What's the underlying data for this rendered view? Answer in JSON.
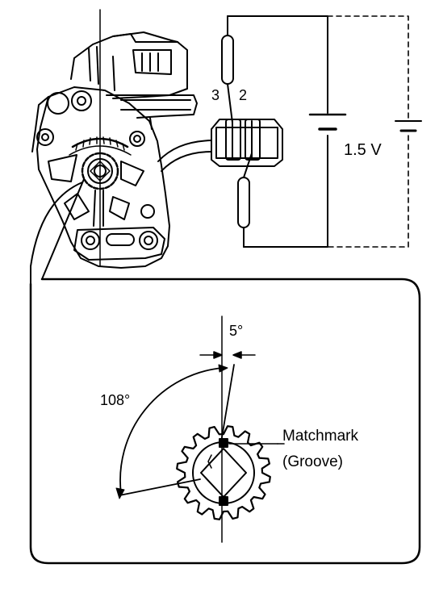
{
  "diagram": {
    "terminal_left": "3",
    "terminal_right": "2",
    "voltage": "1.5 V",
    "angle_small": "5°",
    "angle_large": "108°",
    "matchmark_line1": "Matchmark",
    "matchmark_line2": "(Groove)"
  },
  "colors": {
    "ink": "#000000",
    "paper": "#ffffff"
  }
}
